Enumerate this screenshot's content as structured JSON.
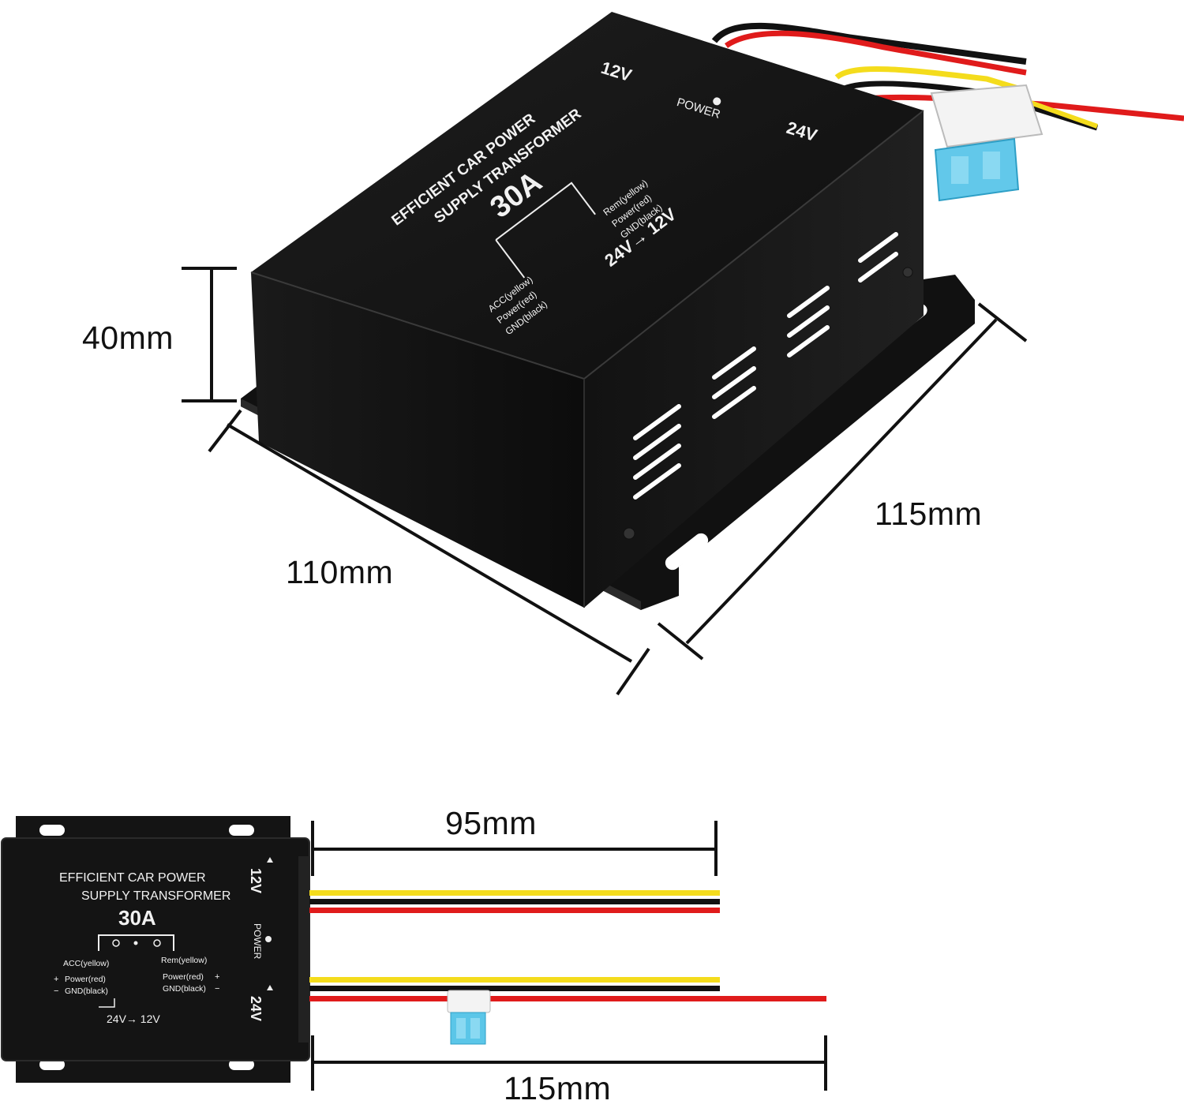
{
  "dimensions": {
    "height": "40mm",
    "width": "110mm",
    "depth": "115mm",
    "short_wire": "95mm",
    "long_wire": "115mm"
  },
  "device_labels": {
    "line1": "EFFICIENT  CAR POWER",
    "line2": "SUPPLY TRANSFORMER",
    "rating": "30A",
    "conversion": "24V→ 12V",
    "acc": "ACC(yellow)",
    "rem": "Rem(yellow)",
    "power_left": "Power(red)",
    "power_right": "Power(red)",
    "gnd_left": "GND(black)",
    "gnd_right": "GND(black)",
    "plus": "+",
    "minus": "−",
    "in_12v": "12V",
    "in_24v": "24V",
    "power_led": "POWER"
  },
  "colors": {
    "case": "#141414",
    "wire_red": "#e01b1b",
    "wire_yellow": "#f4dc1c",
    "wire_black": "#111111",
    "fuse": "#5bc6e8"
  }
}
